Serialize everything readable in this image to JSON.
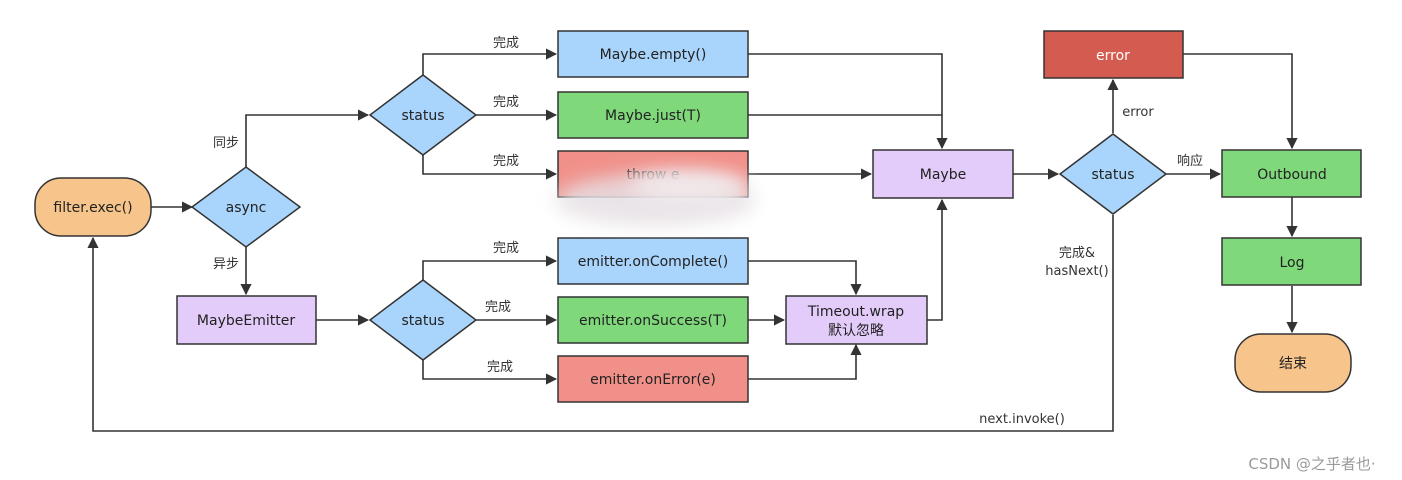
{
  "colors": {
    "terminal": "#f7c48b",
    "decision": "#a9d4fb",
    "maybe": "#e3ccf9",
    "success": "#7fd97b",
    "failure": "#f19089",
    "error": "#d45b50",
    "neutral": "#a9d4fb"
  },
  "nodes": {
    "filter_exec": "filter.exec()",
    "async": "async",
    "status_sync": "status",
    "maybe_empty": "Maybe.empty()",
    "maybe_just": "Maybe.just(T)",
    "throw_e": "throw e",
    "maybe_emitter": "MaybeEmitter",
    "status_async": "status",
    "on_complete": "emitter.onComplete()",
    "on_success": "emitter.onSuccess(T)",
    "on_error": "emitter.onError(e)",
    "timeout_line1": "Timeout.wrap",
    "timeout_line2": "默认忽略",
    "maybe": "Maybe",
    "status_result": "status",
    "error": "error",
    "outbound": "Outbound",
    "log": "Log",
    "end": "结束"
  },
  "edges": {
    "sync": "同步",
    "async": "异步",
    "done_1": "完成",
    "done_2": "完成",
    "done_3": "完成",
    "done_4": "完成",
    "done_5": "完成",
    "done_6": "完成",
    "error": "error",
    "response": "响应",
    "has_next_1": "完成&",
    "has_next_2": "hasNext()",
    "next_invoke": "next.invoke()"
  },
  "watermark": "CSDN @之乎者也·"
}
